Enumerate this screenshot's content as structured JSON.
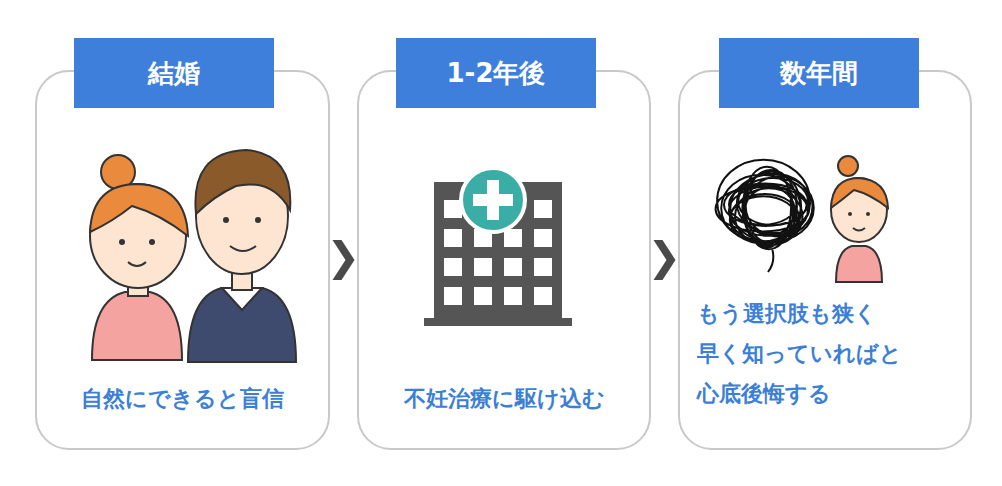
{
  "diagram": {
    "nodes": [
      {
        "text": [
          "自然にできると盲信"
        ]
      },
      {
        "text": [
          "結婚"
        ],
        "in": 0
      },
      {
        "text": [
          "不妊治療に駆け込む"
        ]
      },
      {
        "text": [
          "1-2年後"
        ],
        "in": 2
      },
      {
        "text": [
          "もう選択肢も狭く 早く知っていればと 心底後悔する"
        ]
      },
      {
        "text": [
          "数年間"
        ],
        "in": 4
      }
    ],
    "edges": [
      {
        "from": 0,
        "to": 2,
        "arrow": "to"
      },
      {
        "from": 2,
        "to": 4,
        "arrow": "to"
      }
    ]
  }
}
